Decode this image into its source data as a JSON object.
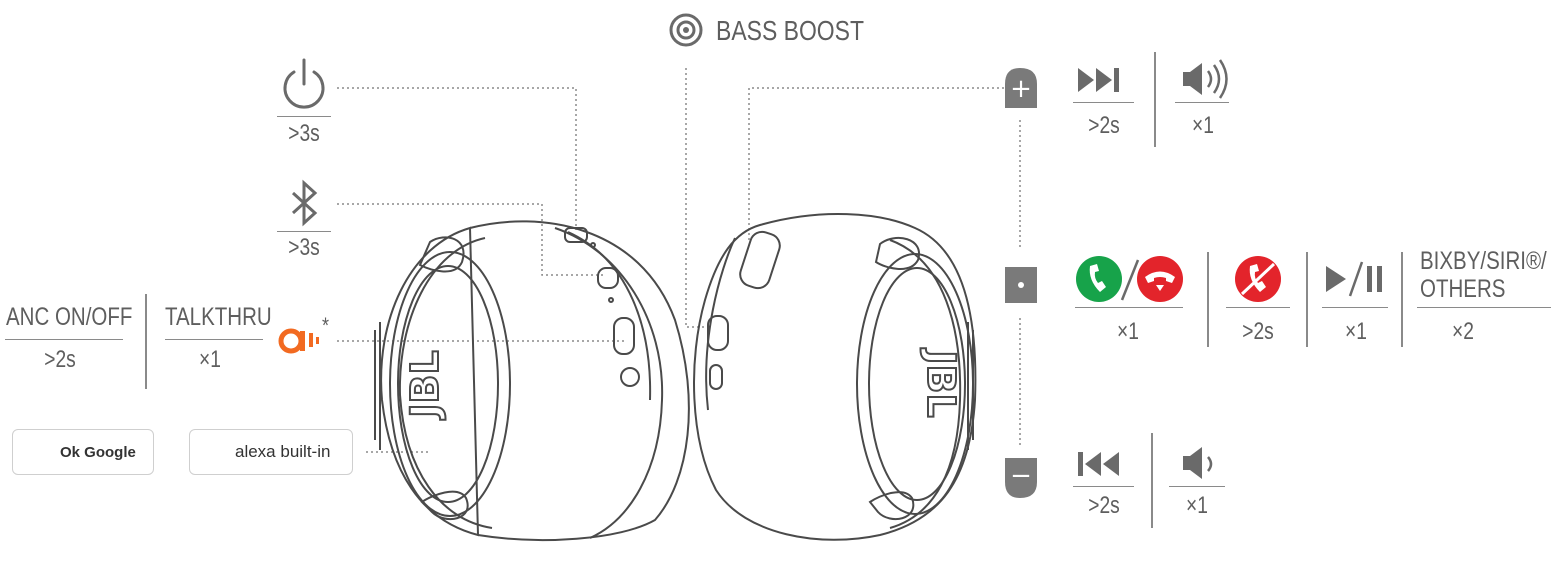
{
  "labels": {
    "bass_boost": "BASS BOOST",
    "anc": "ANC ON/OFF",
    "talkthru": "TALKTHRU",
    "voice_assist": "BIXBY/SIRI®/",
    "voice_assist_2": "OTHERS",
    "asterisk": "*"
  },
  "values": {
    "power_hold": ">3s",
    "bt_hold": ">3s",
    "anc_hold": ">2s",
    "talkthru_press": "×1",
    "next_hold": ">2s",
    "vol_up_press": "×1",
    "call_press": "×1",
    "reject_hold": ">2s",
    "play_press": "×1",
    "assistant_press": "×2",
    "prev_hold": ">2s",
    "vol_down_press": "×1"
  },
  "badges": {
    "google": "Ok Google",
    "alexa": "alexa built-in"
  },
  "brand": {
    "logo_text": "JBL"
  },
  "icons": {
    "plus": "+",
    "minus": "−"
  },
  "colors": {
    "call_green": "#17a34a",
    "call_red": "#e3242b",
    "ambient_orange": "#f26a21",
    "alexa_blue": "#31c4f3",
    "button_grey": "#7a7a7a"
  }
}
